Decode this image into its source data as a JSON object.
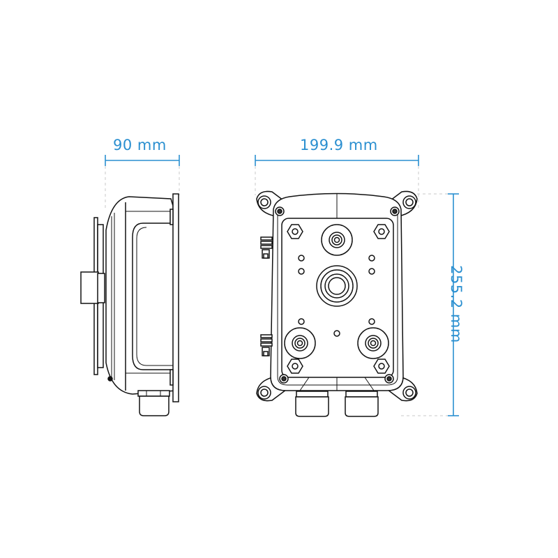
{
  "figure": {
    "subject": "junction box",
    "views": [
      "side-view",
      "front-view"
    ],
    "dimension_color": "#2a8fd0",
    "line_color": "#111111"
  },
  "dimensions": {
    "depth": {
      "label": "90 mm",
      "value": 90,
      "unit": "mm"
    },
    "width": {
      "label": "199.9 mm",
      "value": 199.9,
      "unit": "mm"
    },
    "height": {
      "label": "255.2 mm",
      "value": 255.2,
      "unit": "mm"
    }
  }
}
